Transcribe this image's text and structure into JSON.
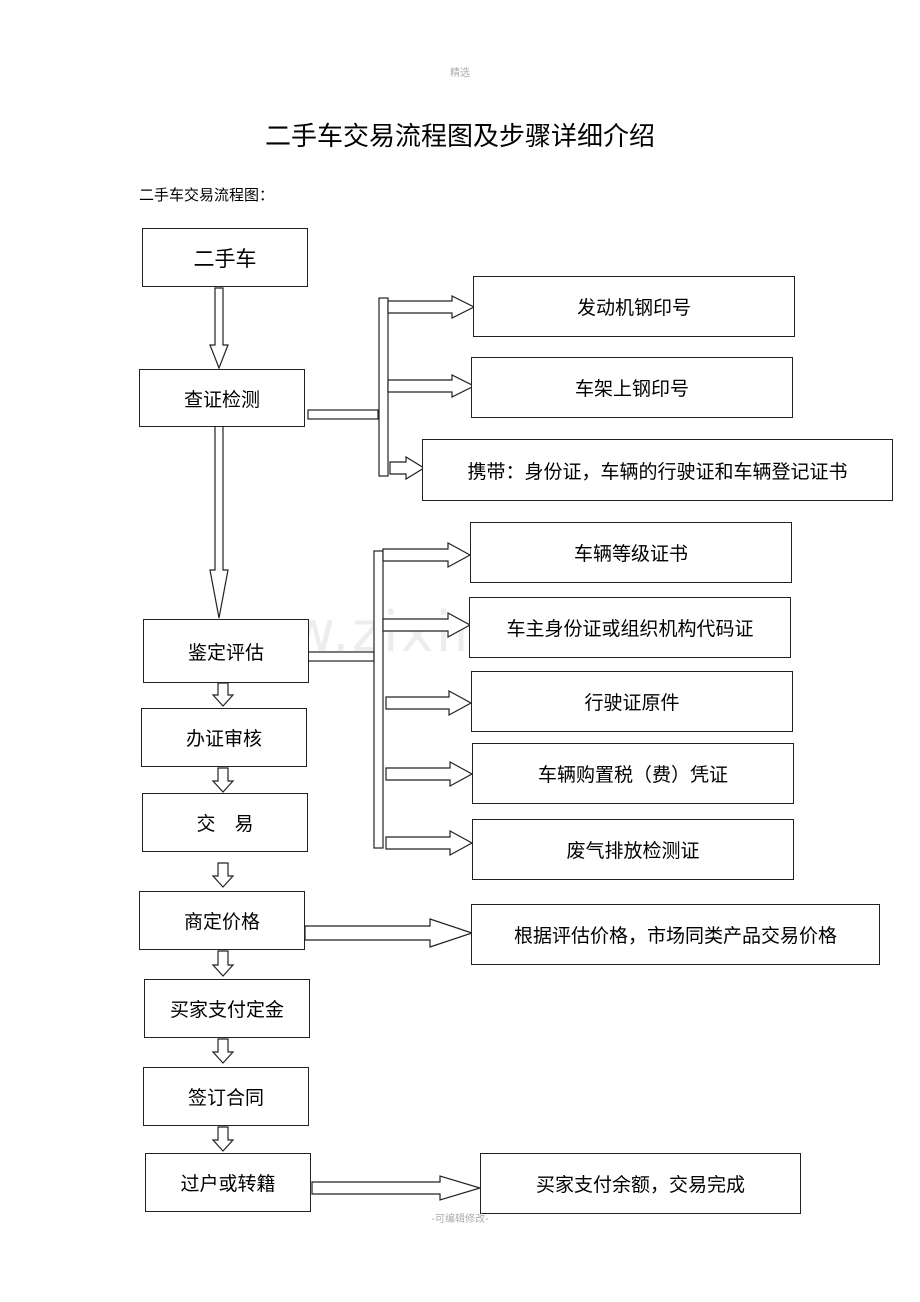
{
  "page": {
    "header": "精选",
    "title": "二手车交易流程图及步骤详细介绍",
    "subtitle": "二手车交易流程图：",
    "watermark": "www.zixin.com.cn",
    "footer": "-可编辑修改-"
  },
  "flow": {
    "steps": [
      "二手车",
      "查证检测",
      "鉴定评估",
      "办证审核",
      "交　易",
      "商定价格",
      "买家支付定金",
      "签订合同",
      "过户或转籍"
    ]
  },
  "checks": [
    "发动机钢印号",
    "车架上钢印号",
    "携带：身份证，车辆的行驶证和车辆登记证书"
  ],
  "appraisal_docs": [
    "车辆等级证书",
    "车主身份证或组织机构代码证",
    "行驶证原件",
    "车辆购置税（费）凭证",
    "废气排放检测证"
  ],
  "price_basis": "根据评估价格，市场同类产品交易价格",
  "final_step": "买家支付余额，交易完成"
}
